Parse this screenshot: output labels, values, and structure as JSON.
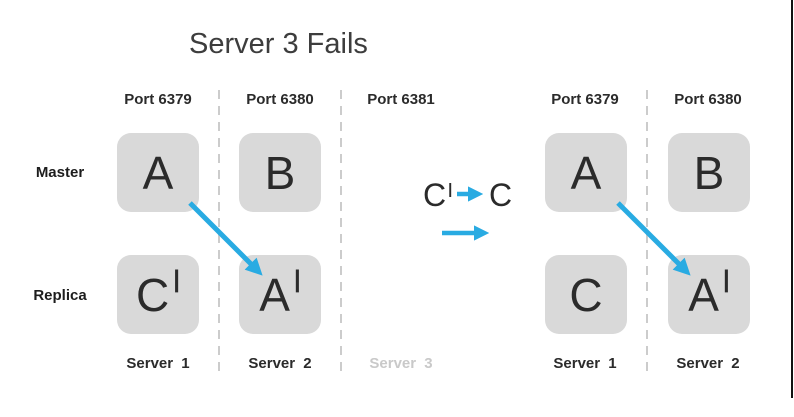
{
  "title": "Server 3 Fails",
  "row_labels": {
    "master": "Master",
    "replica": "Replica"
  },
  "before_cluster": {
    "ports": [
      "Port 6379",
      "Port 6380",
      "Port 6381"
    ],
    "master_nodes": [
      {
        "letter": "A",
        "prime": ""
      },
      {
        "letter": "B",
        "prime": ""
      }
    ],
    "replica_nodes": [
      {
        "letter": "C",
        "prime": "|"
      },
      {
        "letter": "A",
        "prime": "|"
      }
    ],
    "servers": [
      "Server 1",
      "Server 2",
      "Server 3"
    ],
    "failed_server": "Server 3"
  },
  "transition": {
    "from_letter": "C",
    "from_prime": "|",
    "to_letter": "C"
  },
  "after_cluster": {
    "ports": [
      "Port 6379",
      "Port 6380"
    ],
    "master_nodes": [
      {
        "letter": "A",
        "prime": ""
      },
      {
        "letter": "B",
        "prime": ""
      }
    ],
    "replica_nodes": [
      {
        "letter": "C",
        "prime": ""
      },
      {
        "letter": "A",
        "prime": "|"
      }
    ],
    "servers": [
      "Server 1",
      "Server 2"
    ]
  },
  "icons": {
    "replication_arrow_before": "diagonal-blue-arrow",
    "replication_arrow_after": "diagonal-blue-arrow",
    "promotion_arrow": "right-blue-arrow",
    "transition_arrow": "right-blue-arrow"
  },
  "colors": {
    "arrow_blue": "#29abe2",
    "node_gray": "#d9d9d9",
    "text_dark": "#2b2b2b",
    "muted_gray": "#c9c9c9",
    "separator_gray": "#cccccc"
  }
}
